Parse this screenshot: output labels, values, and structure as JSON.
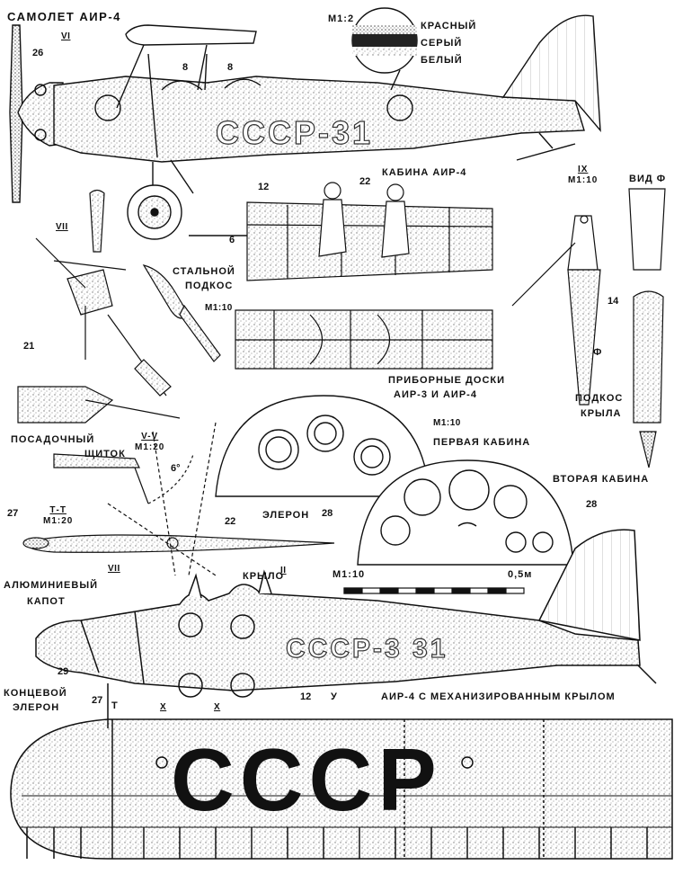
{
  "labels": {
    "title_main": "САМОЛЕТ АИР-4",
    "scale_colors": "М1:2",
    "color_red": "КРАСНЫЙ",
    "color_grey": "СЕРЫЙ",
    "color_white": "БЕЛЫЙ",
    "cabin_title": "КАБИНА АИР-4",
    "steel_strut_1": "СТАЛЬНОЙ",
    "steel_strut_2": "ПОДКОС",
    "scale_m110_a": "М1:10",
    "panels_title_1": "ПРИБОРНЫЕ ДОСКИ",
    "panels_title_2": "АИР-3 И АИР-4",
    "scale_m110_b": "М1:10",
    "first_cabin": "ПЕРВАЯ КАБИНА",
    "second_cabin": "ВТОРАЯ КАБИНА",
    "landing_flap": "ПОСАДОЧНЫЙ",
    "landing_flap_2": "ЩИТОК",
    "aileron": "ЭЛЕРОН",
    "wing_strut_1": "ПОДКОС",
    "wing_strut_2": "КРЫЛА",
    "view_f": "ВИД Ф",
    "arrow_f": "Ф",
    "alu_hood_1": "АЛЮМИНИЕВЫЙ",
    "alu_hood_2": "КАПОТ",
    "wing_label": "КРЫЛО",
    "scale_bar_left": "М1:10",
    "scale_bar_right": "0,5м",
    "tip_aileron_1": "КОНЦЕВОЙ",
    "tip_aileron_2": "ЭЛЕРОН",
    "mech_wing": "АИР-4 С МЕХАНИЗИРОВАННЫМ КРЫЛОМ",
    "cccp_big": "СССР",
    "reg_top": "СССР-31",
    "reg_bottom": "СССР-3 31",
    "angle_6": "6°",
    "mark_T": "Т",
    "mark_U": "У"
  },
  "sections": {
    "vi": "VI",
    "vii_a": "VII",
    "vii_b": "VII",
    "ii": "II",
    "x_a": "X",
    "x_b": "X",
    "ix_top": "IX",
    "ix_bottom": "М1:10",
    "vv_top": "V-V",
    "vv_bottom": "М1:20",
    "tt_top": "Т-Т",
    "tt_bottom": "М1:20"
  },
  "callouts": {
    "n26": "26",
    "n8a": "8",
    "n8b": "8",
    "n12a": "12",
    "n22a": "22",
    "n6": "6",
    "n14": "14",
    "n21": "21",
    "n27a": "27",
    "n22b": "22",
    "n28a": "28",
    "n28b": "28",
    "n29": "29",
    "n12b": "12",
    "n27b": "27"
  },
  "colors": {
    "ink": "#111111",
    "stipple": "#8a8a8a",
    "grey_band": "#555555",
    "paper": "#ffffff"
  }
}
